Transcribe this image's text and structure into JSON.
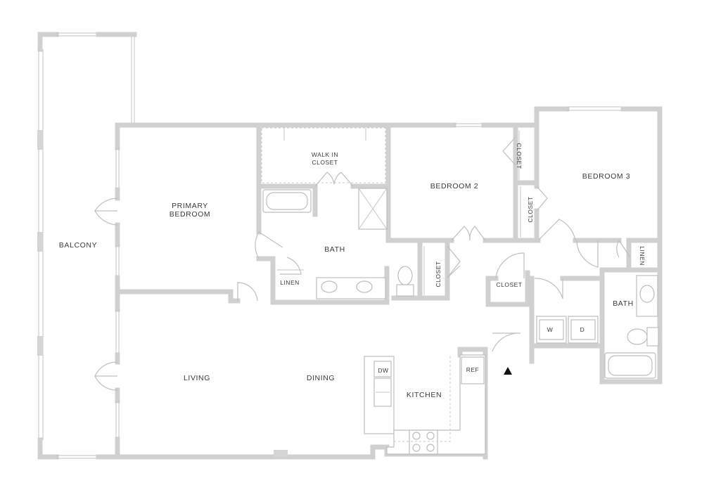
{
  "rooms": {
    "balcony": "BALCONY",
    "primary_bedroom_1": "PRIMARY",
    "primary_bedroom_2": "BEDROOM",
    "walk_in_closet_1": "WALK IN",
    "walk_in_closet_2": "CLOSET",
    "bath_primary": "BATH",
    "linen_primary": "LINEN",
    "closet_hall": "CLOSET",
    "bedroom_2": "BEDROOM 2",
    "closet_bedroom_2": "CLOSET",
    "closet_bedroom_3": "CLOSET",
    "bedroom_3": "BEDROOM 3",
    "linen_bath": "LINEN",
    "closet_entry": "CLOSET",
    "bath_2": "BATH",
    "washer": "W",
    "dryer": "D",
    "living": "LIVING",
    "dining": "DINING",
    "kitchen": "KITCHEN",
    "dishwasher": "DW",
    "refrigerator": "REF"
  },
  "entry_marker": "entry-triangle",
  "colors": {
    "wall": "#d5d5d5",
    "label": "#3a3a3a",
    "entry": "#111111"
  }
}
